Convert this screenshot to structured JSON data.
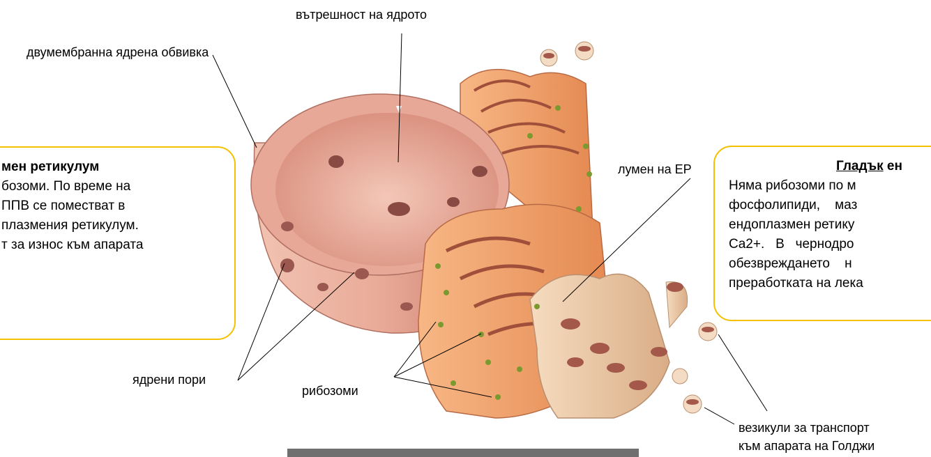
{
  "labels": {
    "nucleus_interior": "вътрешност на ядрото",
    "double_membrane": "двумембранна ядрена обвивка",
    "er_lumen": "лумен на ЕР",
    "nuclear_pores": "ядрени пори",
    "ribosomes": "рибозоми",
    "vesicles_line1": "везикули за транспорт",
    "vesicles_line2": "към апарата на Голджи"
  },
  "rough_er_box": {
    "title": "мен ретикулум",
    "lines": [
      "бозоми. По време на",
      " ППВ се поместват в",
      "плазмения ретикулум.",
      "т за износ към апарата"
    ]
  },
  "smooth_er_box": {
    "title_underlined": "Гладък",
    "title_rest": " ен",
    "lines": [
      "Няма рибозоми по м",
      "фосфолипиди,    маз",
      "ендоплазмен ретику",
      "Ca2+.   В   чернодро",
      "обезвреждането    н",
      "преработката на лека"
    ]
  },
  "colors": {
    "box_border": "#f5c000",
    "nucleus": "#e8a090",
    "er": "#f0a060",
    "ribosome": "#7a9a30",
    "bottom_bar": "#6f6f6f"
  }
}
